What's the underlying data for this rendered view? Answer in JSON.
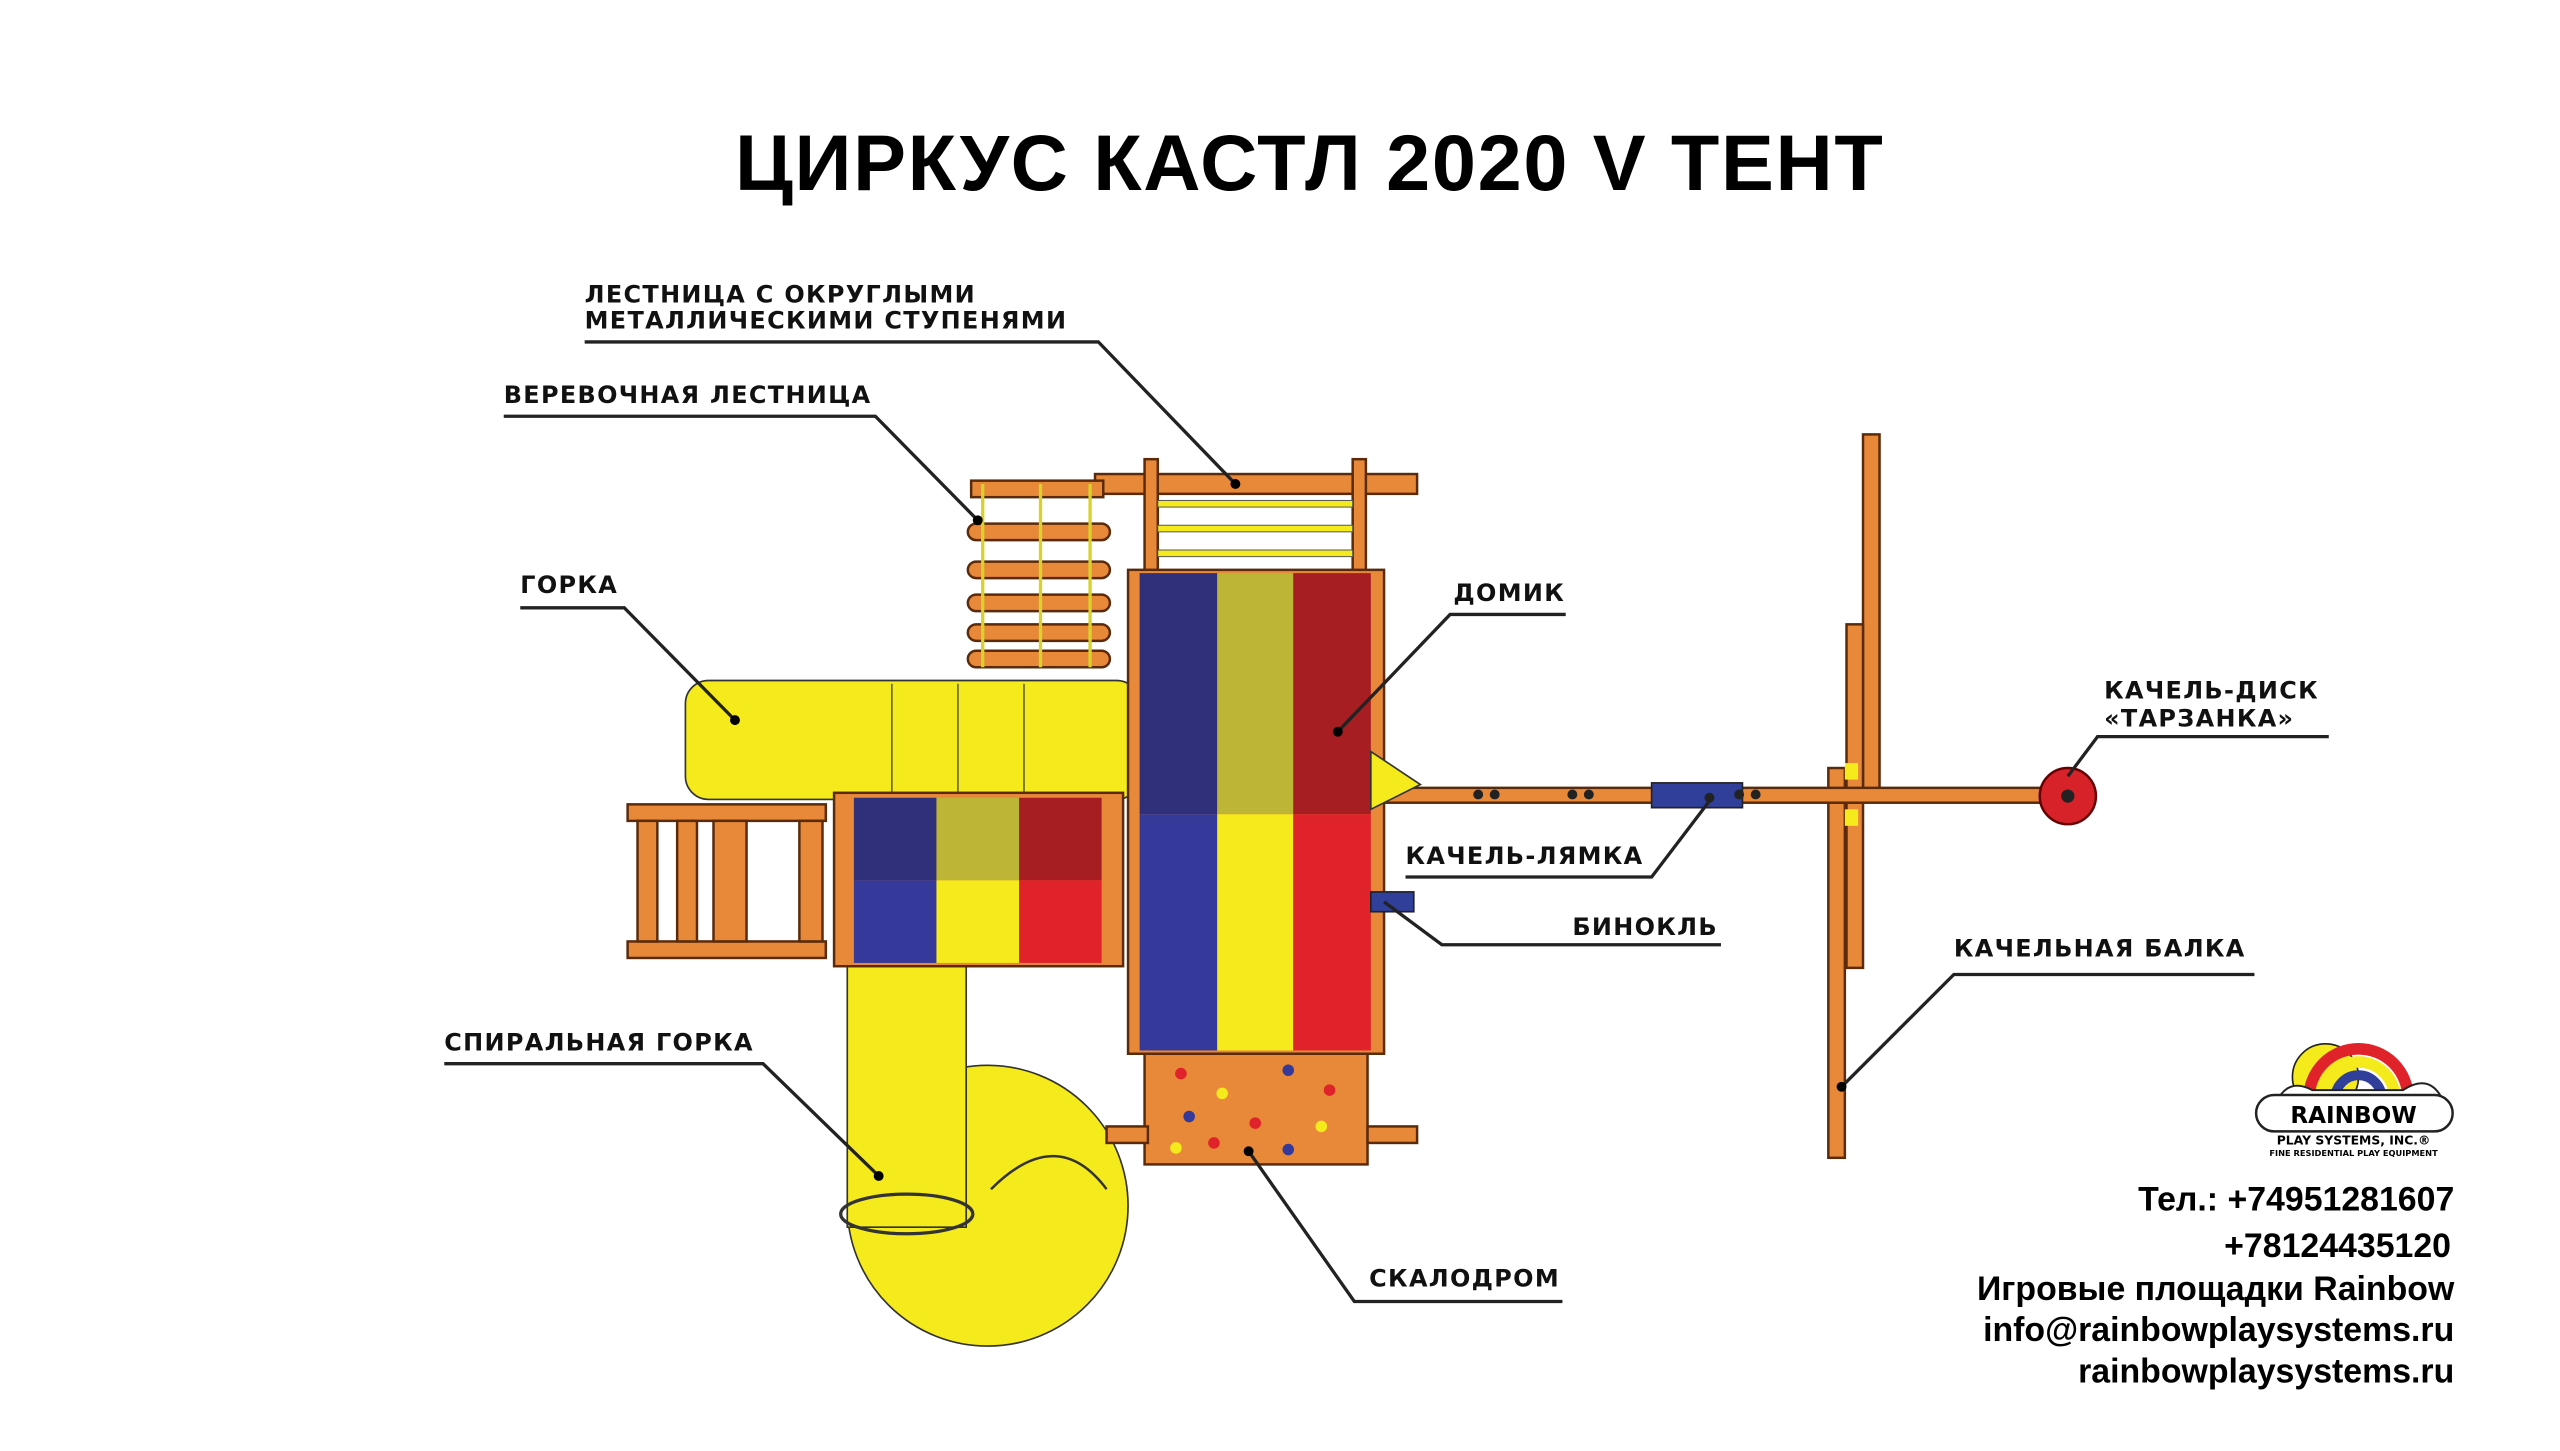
{
  "title": "ЦИРКУС КАСТЛ 2020 V ТЕНТ",
  "labels": {
    "ladder_metal_1": "ЛЕСТНИЦА С ОКРУГЛЫМИ",
    "ladder_metal_2": "МЕТАЛЛИЧЕСКИМИ СТУПЕНЯМИ",
    "rope_ladder": "ВЕРЕВОЧНАЯ ЛЕСТНИЦА",
    "slide": "ГОРКА",
    "house": "ДОМИК",
    "disc_swing_1": "КАЧЕЛЬ-ДИСК",
    "disc_swing_2": "«ТАРЗАНКА»",
    "strap_swing": "КАЧЕЛЬ-ЛЯМКА",
    "binoculars": "БИНОКЛЬ",
    "swing_beam": "КАЧЕЛЬНАЯ БАЛКА",
    "spiral_slide": "СПИРАЛЬНАЯ ГОРКА",
    "climbing_wall": "СКАЛОДРОМ"
  },
  "logo": {
    "brand": "RAINBOW",
    "sub": "PLAY SYSTEMS, INC.®",
    "tagline": "FINE RESIDENTIAL PLAY EQUIPMENT"
  },
  "contacts": {
    "phone1": "Тел.: +74951281607",
    "phone2": "+78124435120",
    "company": "Игровые площадки Rainbow",
    "email": "info@rainbowplaysystems.ru",
    "site": "rainbowplaysystems.ru"
  },
  "colors": {
    "blue": "#2f2f7a",
    "olive": "#bdb536",
    "darkred": "#a61e22",
    "brightblue": "#34399a",
    "yellow": "#f5ea1c",
    "red": "#e0222a",
    "wood": "#e8893a"
  }
}
